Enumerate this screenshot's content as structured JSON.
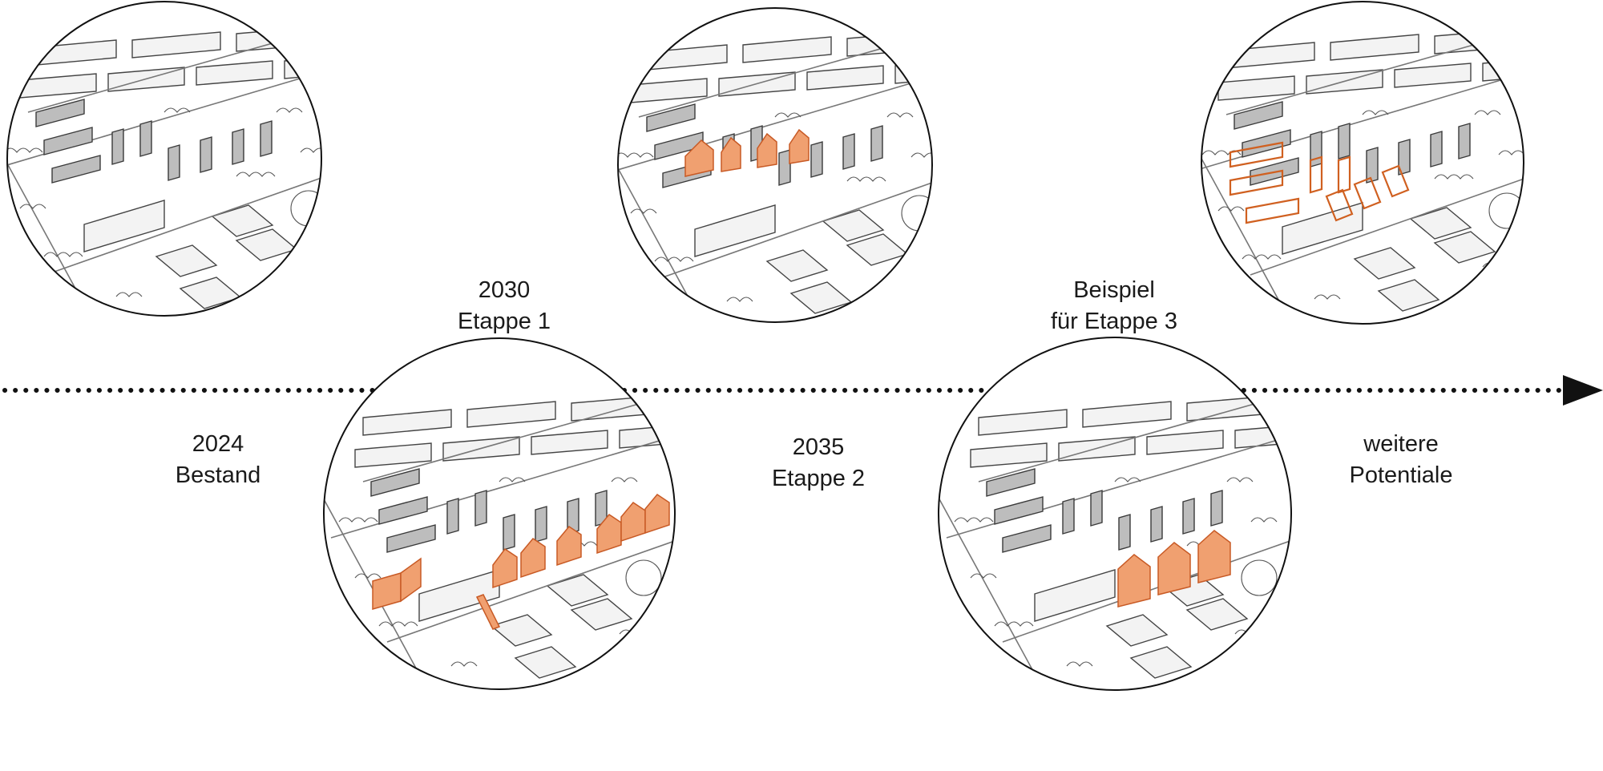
{
  "diagram": {
    "accent": "#f0a070",
    "accent_stroke": "#c85a25",
    "timeline": {
      "style": "dotted",
      "arrow": "right"
    },
    "stages": [
      {
        "id": "bestand",
        "year": "2024",
        "name": "Bestand"
      },
      {
        "id": "etappe1",
        "year": "2030",
        "name": "Etappe 1"
      },
      {
        "id": "etappe2",
        "year": "2035",
        "name": "Etappe 2"
      },
      {
        "id": "etappe3",
        "year": "Beispiel",
        "name": "für Etappe 3"
      },
      {
        "id": "potentiale",
        "year": "weitere",
        "name": "Potentiale"
      }
    ]
  }
}
